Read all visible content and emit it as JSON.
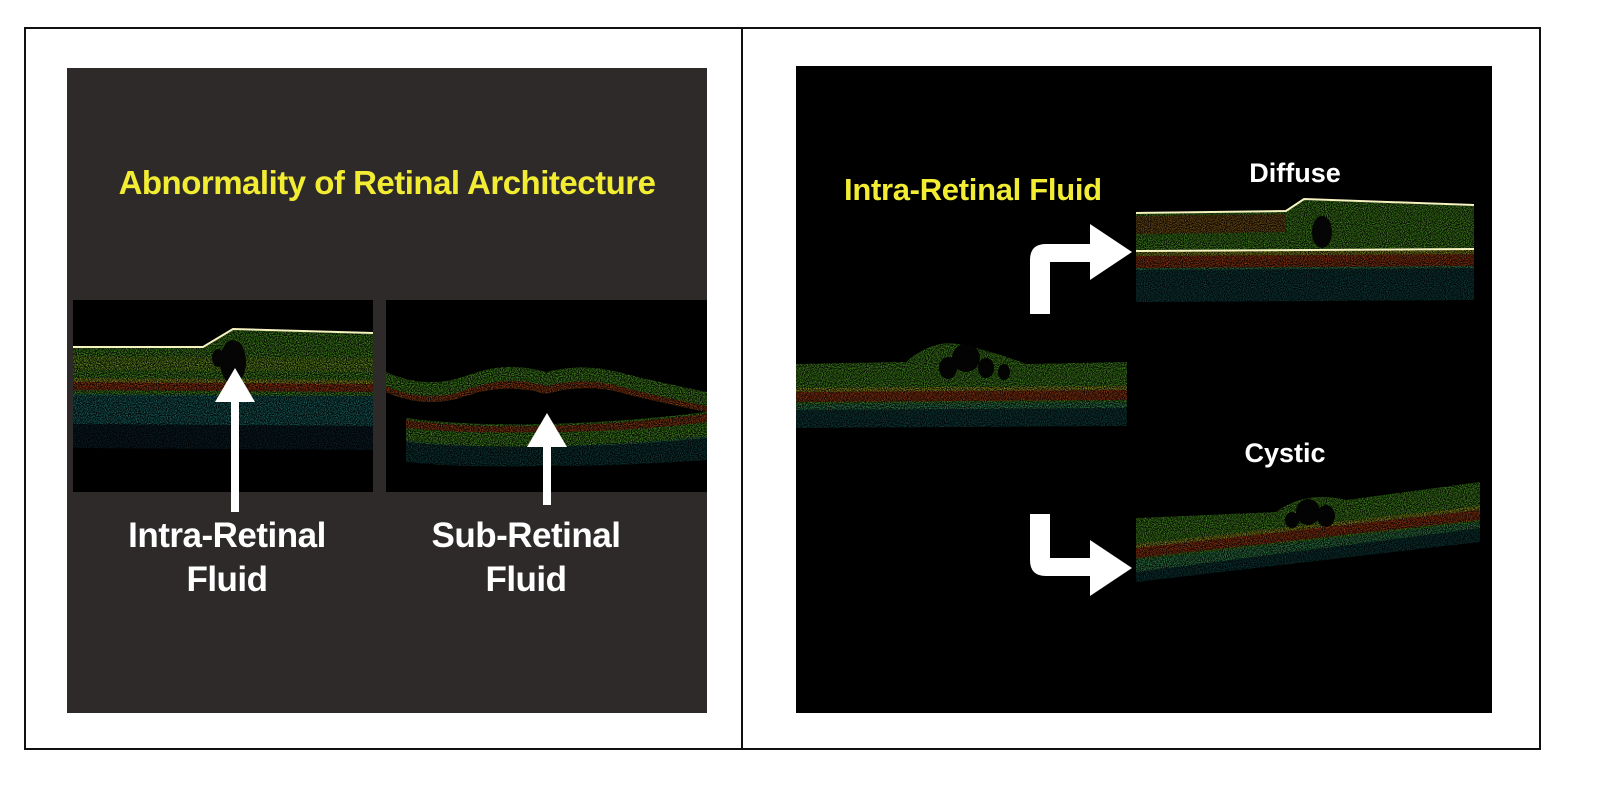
{
  "left_panel": {
    "heading": "Abnormality of Retinal Architecture",
    "labels": [
      {
        "line1": "Intra-Retinal",
        "line2": "Fluid"
      },
      {
        "line1": "Sub-Retinal",
        "line2": "Fluid"
      }
    ]
  },
  "right_panel": {
    "title": "Intra-Retinal Fluid",
    "subtypes": [
      "Diffuse",
      "Cystic"
    ]
  },
  "colors": {
    "left_background": "#2e2a2a",
    "right_background": "#000000",
    "heading_text": "#f2ec33",
    "label_text": "#ffffff",
    "oct_green": "#5fc12a",
    "oct_red": "#e0421c",
    "oct_yellow": "#d8d22a",
    "oct_cyan": "#2aa6a6"
  },
  "icons": [
    "up-arrow-icon",
    "bent-arrow-right-icon",
    "bent-arrow-down-right-icon"
  ]
}
